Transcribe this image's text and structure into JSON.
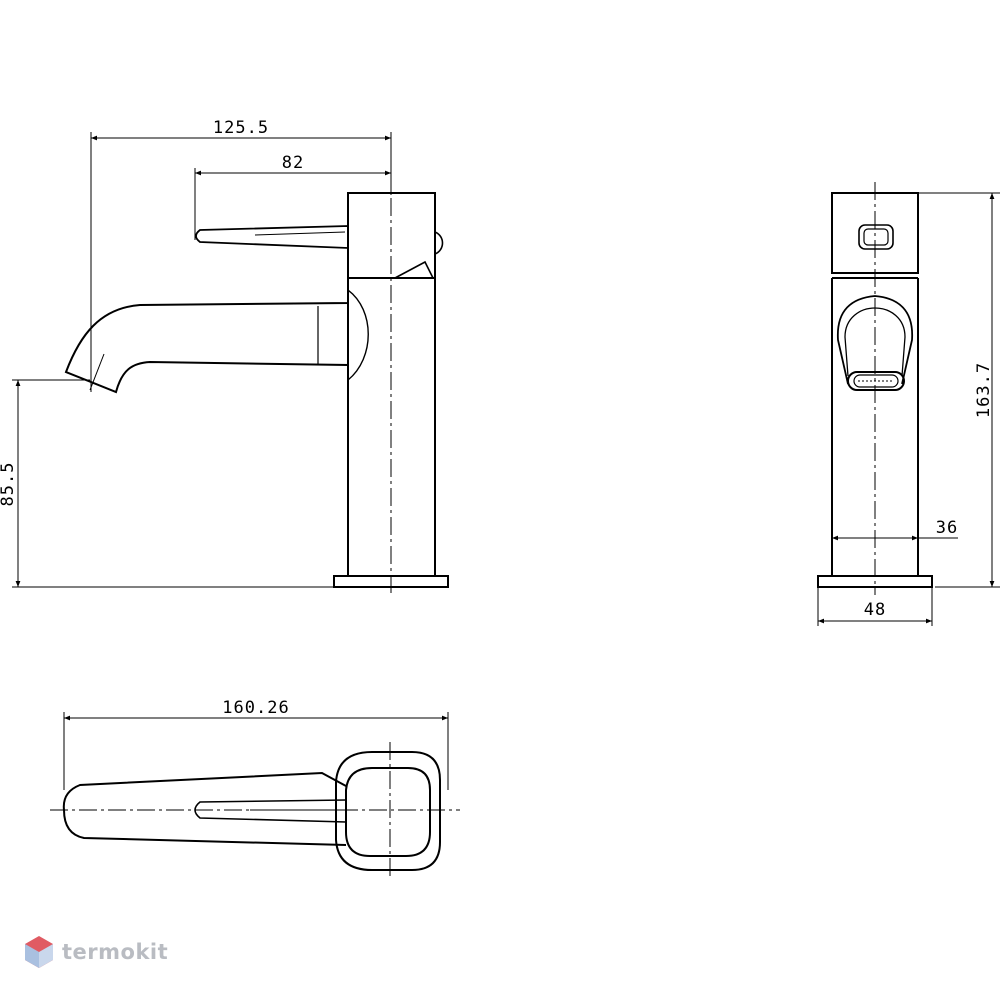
{
  "dimensions": {
    "spout_reach": "125.5",
    "handle_offset": "82",
    "spout_height": "85.5",
    "total_height": "163.7",
    "body_width": "36",
    "base_width": "48",
    "top_length": "160.26"
  },
  "logo": {
    "text": "termokit",
    "icon": "hexagon-cube-icon",
    "color": "#b9bcc2"
  }
}
